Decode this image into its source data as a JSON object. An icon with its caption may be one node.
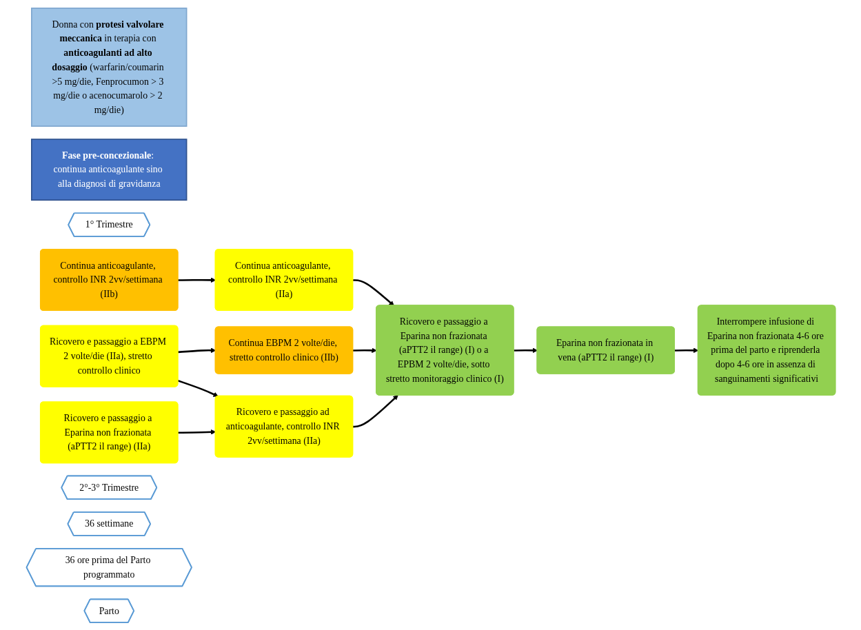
{
  "diagram": {
    "nodes": [
      {
        "text": [
          "Donna con **protesi valvolare meccanica** in terapia con **anticoagulanti ad alto dosaggio** (warfarin/coumarin >5 mg/die, Fenprocumon > 3 mg/die o acenocumarolo > 2 mg/die)"
        ]
      },
      {
        "text": [
          "**Fase pre-concezionale**: continua anticoagulante sino alla diagnosi di gravidanza"
        ]
      },
      {
        "text": [
          "1° Trimestre"
        ]
      },
      {
        "text": [
          "Continua anticoagulante, controllo INR 2vv/settimana (IIb)"
        ]
      },
      {
        "text": [
          "Ricovero e passaggio a EBPM 2 volte/die (IIa), stretto controllo clinico"
        ]
      },
      {
        "text": [
          "Ricovero e passaggio a Eparina non frazionata (aPTT2 il range) (IIa)"
        ]
      },
      {
        "text": [
          "2°-3° Trimestre"
        ]
      },
      {
        "text": [
          "Continua anticoagulante, controllo INR 2vv/settimana (IIa)"
        ]
      },
      {
        "text": [
          "Continua EBPM 2 volte/die, stretto controllo clinico (IIb)"
        ]
      },
      {
        "text": [
          "Ricovero e passaggio ad anticoagulante, controllo INR 2vv/settimana (IIa)"
        ]
      },
      {
        "text": [
          "36 settimane"
        ]
      },
      {
        "text": [
          "Ricovero e passaggio a Eparina non frazionata (aPTT2 il range) (I) o a EPBM 2 volte/die, sotto stretto monitoraggio clinico (I)"
        ]
      },
      {
        "text": [
          "36 ore prima del Parto programmato"
        ]
      },
      {
        "text": [
          "Eparina non frazionata in vena (aPTT2 il range) (I)"
        ]
      },
      {
        "text": [
          "Parto"
        ]
      },
      {
        "text": [
          "Interrompere infusione di Eparina non frazionata 4-6 ore prima del parto e riprenderla dopo 4-6 ore in assenza di sanguinamenti significativi"
        ]
      }
    ],
    "edges": [
      {
        "from": 3,
        "to": 7,
        "arrow": "to"
      },
      {
        "from": 4,
        "to": 8,
        "arrow": "to"
      },
      {
        "from": 4,
        "to": 9,
        "arrow": "to"
      },
      {
        "from": 5,
        "to": 9,
        "arrow": "to"
      },
      {
        "from": 7,
        "to": 11,
        "arrow": "to"
      },
      {
        "from": 8,
        "to": 11,
        "arrow": "to"
      },
      {
        "from": 9,
        "to": 11,
        "arrow": "to"
      },
      {
        "from": 11,
        "to": 13,
        "arrow": "to"
      },
      {
        "from": 13,
        "to": 15,
        "arrow": "to"
      }
    ]
  }
}
